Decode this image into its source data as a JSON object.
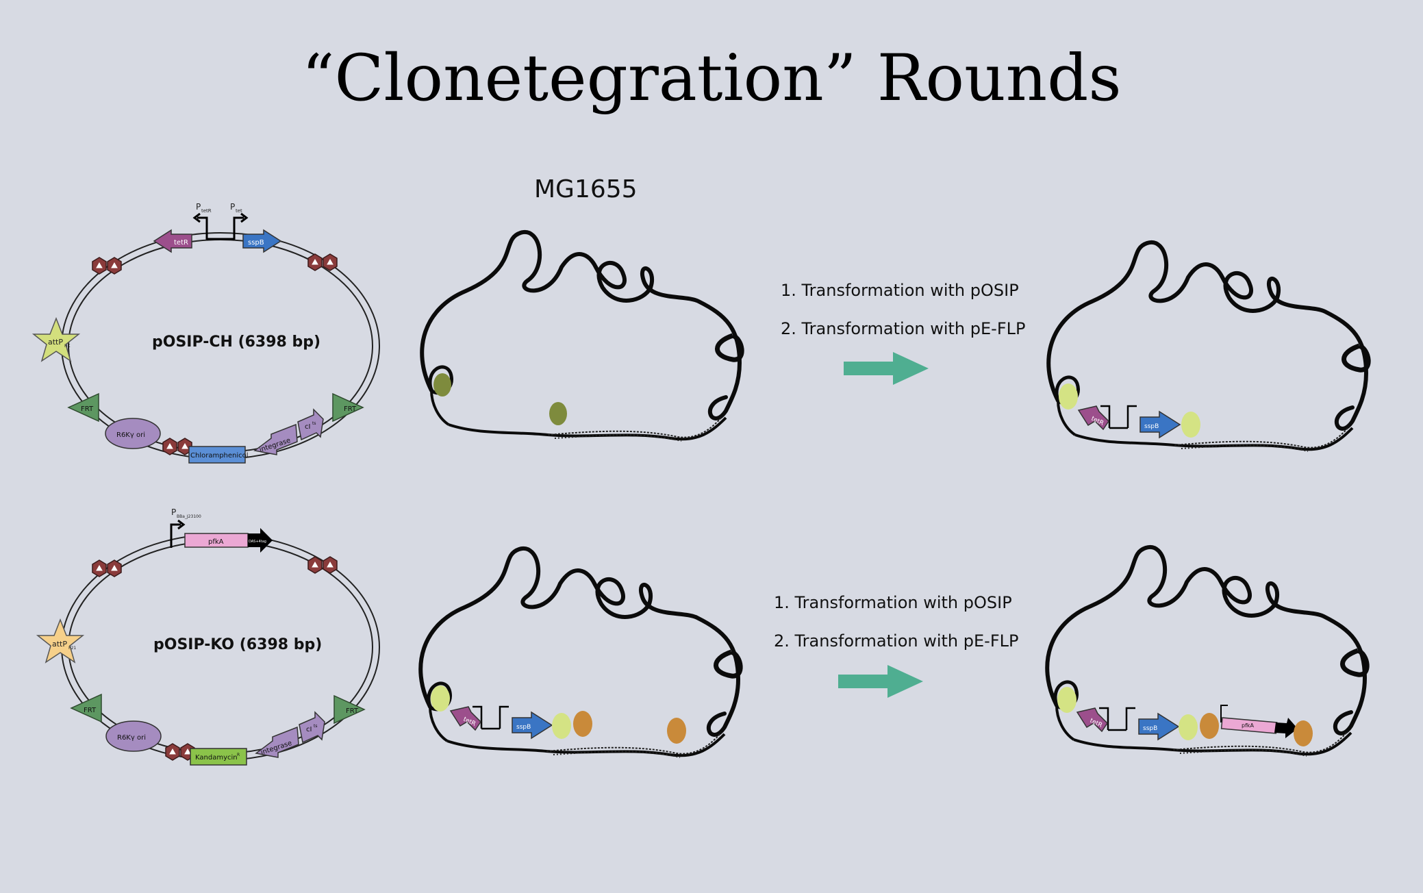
{
  "title": "“Clonetegration” Rounds",
  "strain_label": "MG1655",
  "rows": [
    {
      "plasmid": {
        "name": "pOSIP-CH (6398 bp)",
        "att_label": "attP",
        "att_sub": "HK",
        "att_color": "#d3df7d",
        "ori_label": "R6Kγ ori",
        "marker_label": "Chloramphenicol",
        "marker_color": "#5b8fd6",
        "integrase_label": "integrase",
        "ci_label": "cI",
        "ci_sup": "ts",
        "frt_label": "FRT",
        "gene_left": "tetR",
        "gene_right": "sspB",
        "promoter_left": "P",
        "promoter_left_sub": "tetR",
        "promoter_right": "P",
        "promoter_right_sub": "tet"
      },
      "steps": [
        "1. Transformation with pOSIP",
        "2. Transformation with pE-FLP"
      ],
      "result_genes": [
        "tetR",
        "sspB"
      ]
    },
    {
      "plasmid": {
        "name": "pOSIP-KO (6398 bp)",
        "att_label": "attP",
        "att_sub": "P21",
        "att_color": "#f6d08a",
        "ori_label": "R6Kγ ori",
        "marker_label": "Kandamycin",
        "marker_sup": "R",
        "marker_color": "#8bc34a",
        "integrase_label": "integrase",
        "ci_label": "cI",
        "ci_sup": "ts",
        "frt_label": "FRT",
        "gene_right": "pfkA",
        "tag_label": "DAS+4tag",
        "promoter_right": "P",
        "promoter_right_sub": "BBa_J23100"
      },
      "steps": [
        "1. Transformation with pOSIP",
        "2. Transformation with pE-FLP"
      ],
      "genome_genes": [
        "tetR",
        "sspB"
      ],
      "result_genes": [
        "tetR",
        "sspB",
        "pfkA"
      ]
    }
  ],
  "colors": {
    "arrow": "#4fae91",
    "tetR": "#9c4f8c",
    "sspB": "#3a75c4",
    "pfkA": "#eba8d4",
    "frt": "#5d9761",
    "ori": "#a58cc0",
    "site_olive": "#7e8b3d",
    "site_lime": "#d4e384",
    "site_orange": "#c98a3a",
    "site_red": "#8a3b3b"
  }
}
